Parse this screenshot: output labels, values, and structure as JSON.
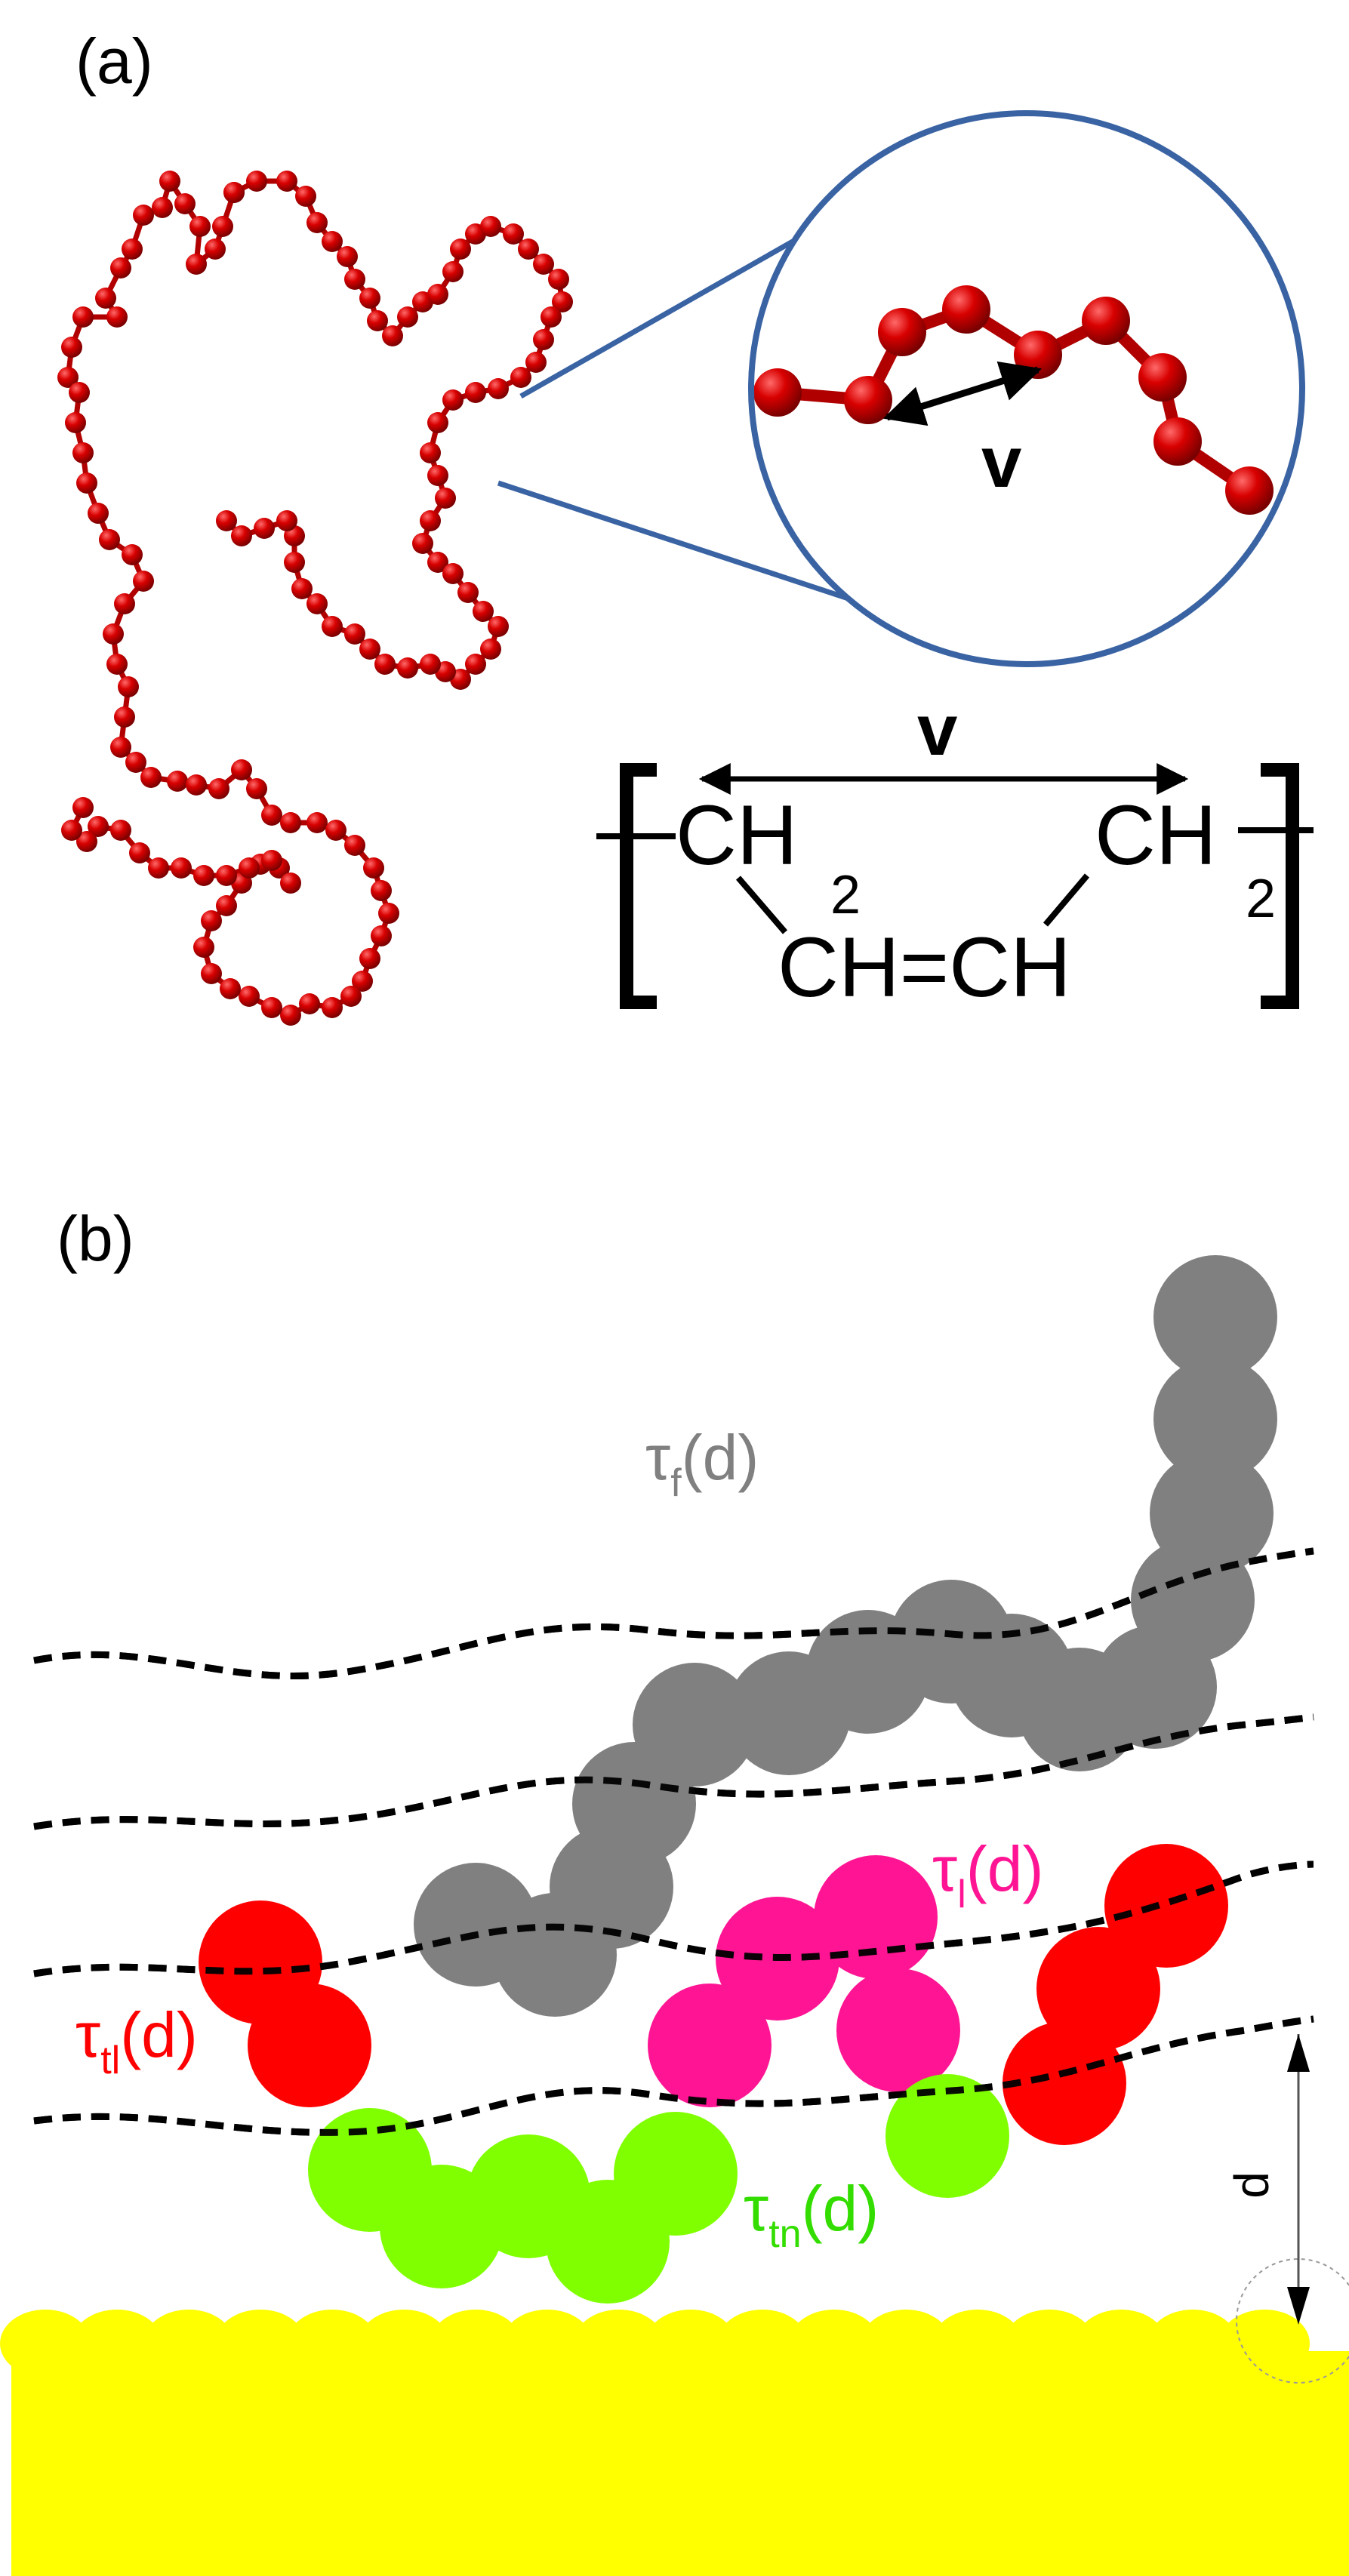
{
  "panel_a": {
    "label": "(a)",
    "zoom_vector_label": "v",
    "structure": {
      "vector_label": "v",
      "left_group": "CH",
      "left_subscript": "2",
      "right_group": "CH",
      "right_subscript": "2",
      "center_group": "CH=CH"
    }
  },
  "panel_b": {
    "label": "(b)",
    "tau_f": {
      "symbol": "τ",
      "subscript": "f",
      "arg": "(d)",
      "color": "#808080"
    },
    "tau_l": {
      "symbol": "τ",
      "subscript": "l",
      "arg": "(d)",
      "color": "#ff1493"
    },
    "tau_tl": {
      "symbol": "τ",
      "subscript": "tl",
      "arg": "(d)",
      "color": "#ff0000"
    },
    "tau_tn": {
      "symbol": "τ",
      "subscript": "tn",
      "arg": "(d)",
      "color": "#33dd00"
    },
    "distance_label": "d"
  },
  "colors": {
    "bead_red": "#d00000",
    "zoom_circle": "#3a63a3",
    "chain_gray": "#808080",
    "loop_magenta": "#ff1493",
    "tail_red": "#ff0000",
    "train_green": "#80ff00",
    "surface_yellow": "#ffff00"
  }
}
